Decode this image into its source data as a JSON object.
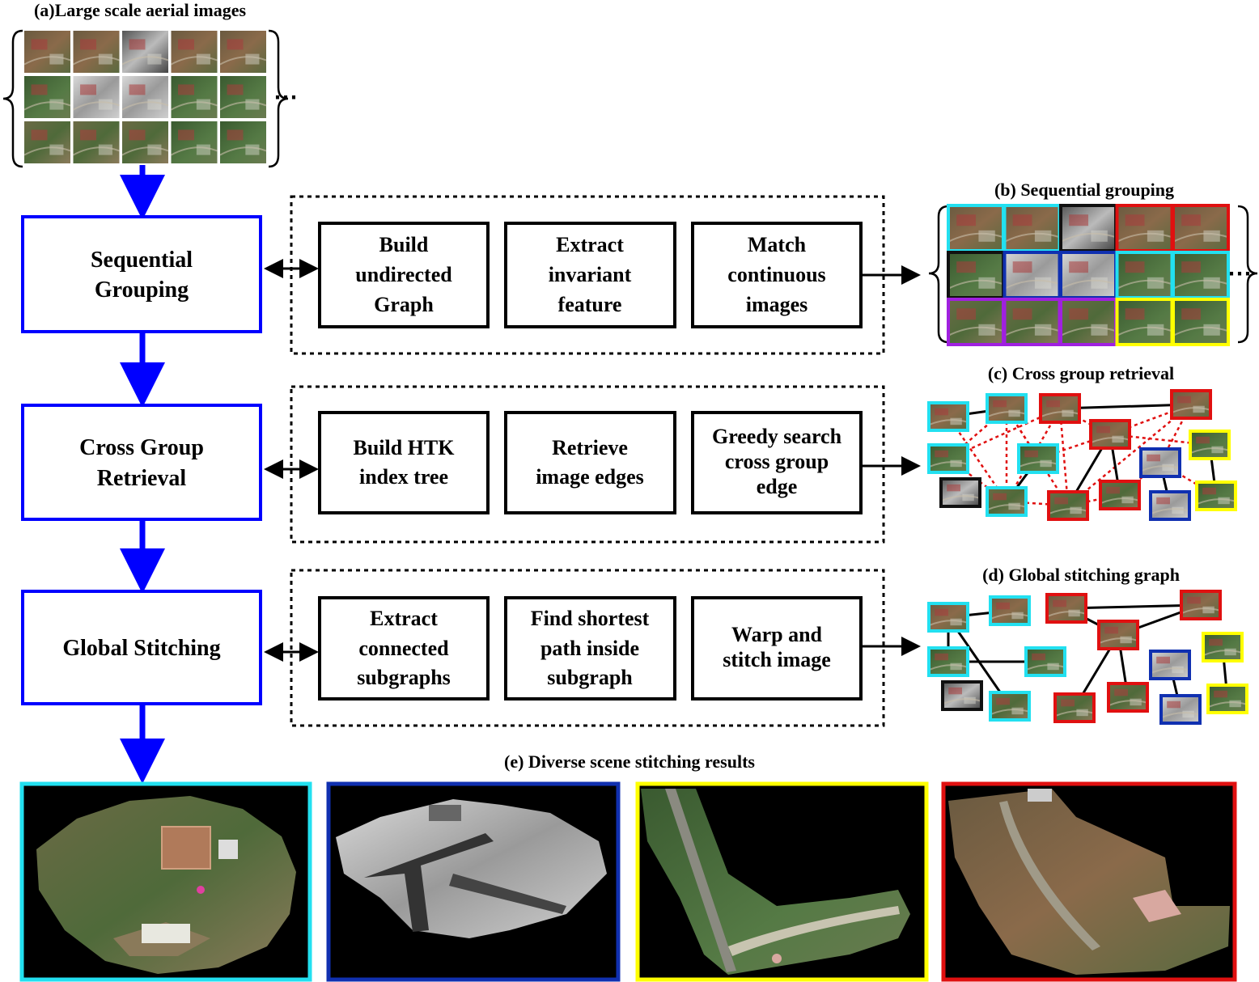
{
  "titles": {
    "a": "(a)Large scale aerial images",
    "b": "(b) Sequential grouping",
    "c": "(c) Cross group retrieval",
    "d": "(d) Global stitching graph",
    "e": "(e) Diverse scene stitching results"
  },
  "stages": [
    {
      "lines": [
        "Sequential",
        "Grouping"
      ]
    },
    {
      "lines": [
        "Cross Group",
        "Retrieval"
      ]
    },
    {
      "lines": [
        "Global Stitching"
      ]
    }
  ],
  "steps": [
    [
      {
        "lines": [
          "Build",
          "undirected",
          "Graph"
        ]
      },
      {
        "lines": [
          "Extract",
          "invariant",
          "feature"
        ]
      },
      {
        "lines": [
          "Match",
          "continuous",
          "images"
        ]
      }
    ],
    [
      {
        "lines": [
          "Build HTK",
          "index tree"
        ]
      },
      {
        "lines": [
          "Retrieve",
          "image edges"
        ]
      },
      {
        "lines": [
          "Greedy search",
          "cross group",
          "edge"
        ]
      }
    ],
    [
      {
        "lines": [
          "Extract",
          "connected",
          "subgraphs"
        ]
      },
      {
        "lines": [
          "Find shortest",
          "path inside",
          "subgraph"
        ]
      },
      {
        "lines": [
          "Warp and",
          "stitch image"
        ]
      }
    ]
  ],
  "ellipsis": "⋯",
  "colors": {
    "stage_border": "#0000ff",
    "flow_arrow": "#0000ff",
    "cyan": "#22e0f0",
    "blue": "#1030b0",
    "yellow": "#ffff00",
    "red": "#e01010",
    "purple": "#a020e0",
    "black": "#111111",
    "retrieval_edge": "#e01010"
  },
  "result_panels": [
    {
      "name": "cyan-scene",
      "border": "cyan",
      "theme": "color"
    },
    {
      "name": "blue-scene",
      "border": "blue",
      "theme": "gray"
    },
    {
      "name": "yellow-scene",
      "border": "yellow",
      "theme": "road"
    },
    {
      "name": "red-scene",
      "border": "red",
      "theme": "field"
    }
  ]
}
